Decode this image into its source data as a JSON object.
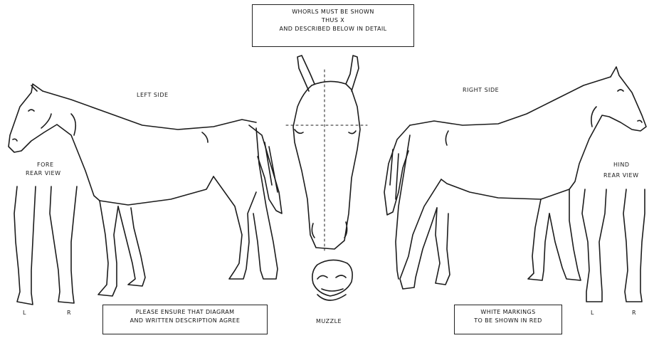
{
  "notes": {
    "whorls": [
      "WHORLS MUST BE SHOWN",
      "THUS X",
      "AND DESCRIBED BELOW IN DETAIL"
    ],
    "ensure": [
      "PLEASE ENSURE THAT DIAGRAM",
      "AND WRITTEN DESCRIPTION AGREE"
    ],
    "white_markings": [
      "WHITE MARKINGS",
      "TO BE SHOWN IN RED"
    ]
  },
  "labels": {
    "left_side": "LEFT SIDE",
    "right_side": "RIGHT SIDE",
    "fore": "FORE",
    "fore_rear_view": "REAR VIEW",
    "hind": "HIND",
    "hind_rear_view": "REAR VIEW",
    "muzzle": "MUZZLE",
    "fore_l": "L",
    "fore_r": "R",
    "hind_l": "L",
    "hind_r": "R"
  }
}
